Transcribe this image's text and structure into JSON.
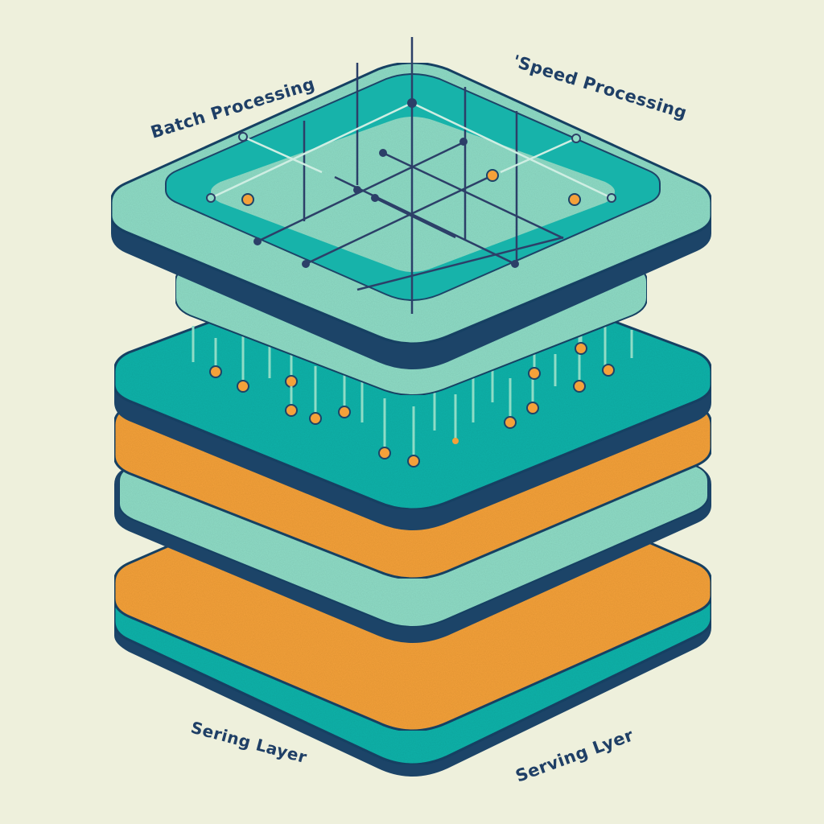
{
  "labels": {
    "top_left": "Batch Processing",
    "top_right": "'Speed Processing",
    "bottom_left": "Sering Layer",
    "bottom_right": "Serving Lyer"
  },
  "colors": {
    "background": "#eef0dc",
    "navy": "#1c4468",
    "teal": "#17b3aa",
    "mint": "#8fdcc6",
    "orange": "#f4a13a",
    "dot": "#f19d3a",
    "grid_line": "#2c3f68",
    "text": "#1f3f66"
  },
  "layers": [
    {
      "name": "top-grid-plate"
    },
    {
      "name": "mint-slab"
    },
    {
      "name": "teal-particle-plate"
    },
    {
      "name": "orange-slab"
    },
    {
      "name": "mint-thin-slab"
    },
    {
      "name": "bottom-teal-base"
    }
  ]
}
